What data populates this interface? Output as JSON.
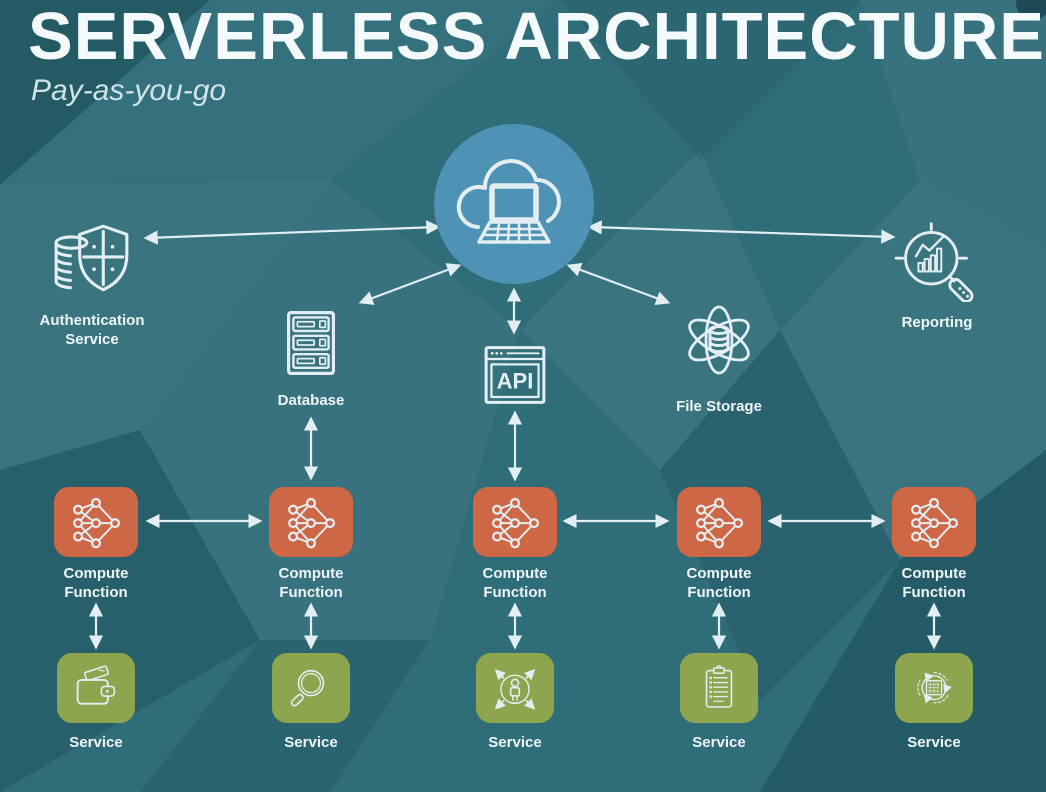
{
  "title": "SERVERLESS ARCHITECTURE",
  "subtitle": "Pay-as-you-go",
  "colors": {
    "background": "#2f6d79",
    "accent_blue": "#4e93b5",
    "accent_orange": "#cd6746",
    "accent_green": "#8da54f",
    "stroke_light": "#e2eef2",
    "text": "#eef6f8"
  },
  "hub": {
    "icon": "cloud-laptop-icon"
  },
  "top_nodes": [
    {
      "label": "Authentication Service",
      "icon": "shield-coins-icon"
    },
    {
      "label": "Database",
      "icon": "server-rack-icon"
    },
    {
      "icon": "api-browser-icon",
      "icon_text": "API"
    },
    {
      "label": "File Storage",
      "icon": "atom-storage-icon"
    },
    {
      "label": "Reporting",
      "icon": "chart-magnifier-icon"
    }
  ],
  "compute_row": {
    "label": "Compute Function",
    "count": 5,
    "icon": "neural-network-icon"
  },
  "service_row": {
    "label": "Service",
    "count": 5,
    "icons": [
      "wallet-icon",
      "search-icon",
      "user-scaling-icon",
      "clipboard-icon",
      "chip-processing-icon"
    ]
  }
}
